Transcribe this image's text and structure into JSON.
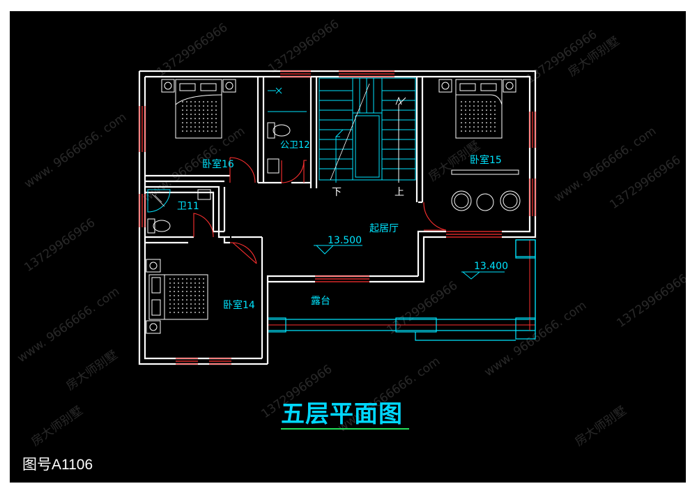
{
  "rooms": {
    "bedroom_16": "卧室16",
    "public_bath_12": "公卫12",
    "bedroom_15": "卧室15",
    "bath_11": "卫11",
    "living_room": "起居厅",
    "bedroom_14": "卧室14",
    "terrace": "露台"
  },
  "elevations": {
    "living": "13.500",
    "terrace": "13.400"
  },
  "stairs": {
    "down": "下",
    "up": "上"
  },
  "title": "五层平面图",
  "drawing_number": "图号A1106",
  "watermark": {
    "phone": "13729966966",
    "site": "www. 9666666. com",
    "brand": "房大师别墅"
  },
  "colors": {
    "background": "#000000",
    "wall": "#ffffff",
    "window": "#ff3030",
    "label": "#00e5ff",
    "title": "#00d8ff",
    "underline": "#22e05a"
  }
}
